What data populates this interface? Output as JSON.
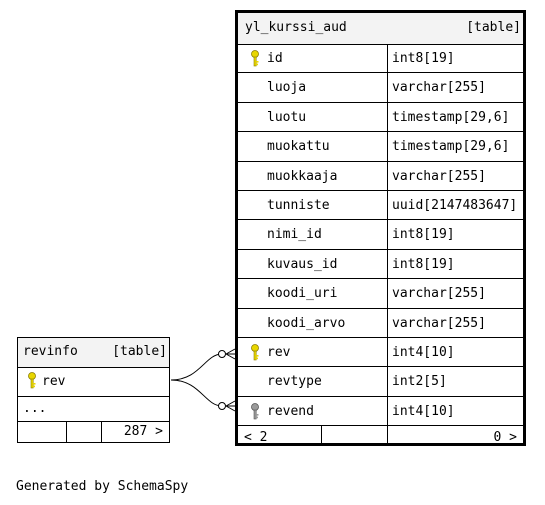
{
  "main_table": {
    "name": "yl_kurssi_aud",
    "kind": "[table]",
    "columns": [
      {
        "name": "id",
        "type": "int8[19]",
        "key": "primary"
      },
      {
        "name": "luoja",
        "type": "varchar[255]",
        "key": "none"
      },
      {
        "name": "luotu",
        "type": "timestamp[29,6]",
        "key": "none"
      },
      {
        "name": "muokattu",
        "type": "timestamp[29,6]",
        "key": "none"
      },
      {
        "name": "muokkaaja",
        "type": "varchar[255]",
        "key": "none"
      },
      {
        "name": "tunniste",
        "type": "uuid[2147483647]",
        "key": "none"
      },
      {
        "name": "nimi_id",
        "type": "int8[19]",
        "key": "none"
      },
      {
        "name": "kuvaus_id",
        "type": "int8[19]",
        "key": "none"
      },
      {
        "name": "koodi_uri",
        "type": "varchar[255]",
        "key": "none"
      },
      {
        "name": "koodi_arvo",
        "type": "varchar[255]",
        "key": "none"
      },
      {
        "name": "rev",
        "type": "int4[10]",
        "key": "primary"
      },
      {
        "name": "revtype",
        "type": "int2[5]",
        "key": "none"
      },
      {
        "name": "revend",
        "type": "int4[10]",
        "key": "foreign"
      }
    ],
    "footer_left": "< 2",
    "footer_right": "0 >"
  },
  "revinfo_table": {
    "name": "revinfo",
    "kind": "[table]",
    "column": "rev",
    "more": "...",
    "footer_right": "287 >"
  },
  "generated_by": "Generated by SchemaSpy",
  "colors": {
    "primary_key": "#e8d600",
    "foreign_key": "#9a9a9a",
    "header_bg": "#f3f3f3"
  }
}
